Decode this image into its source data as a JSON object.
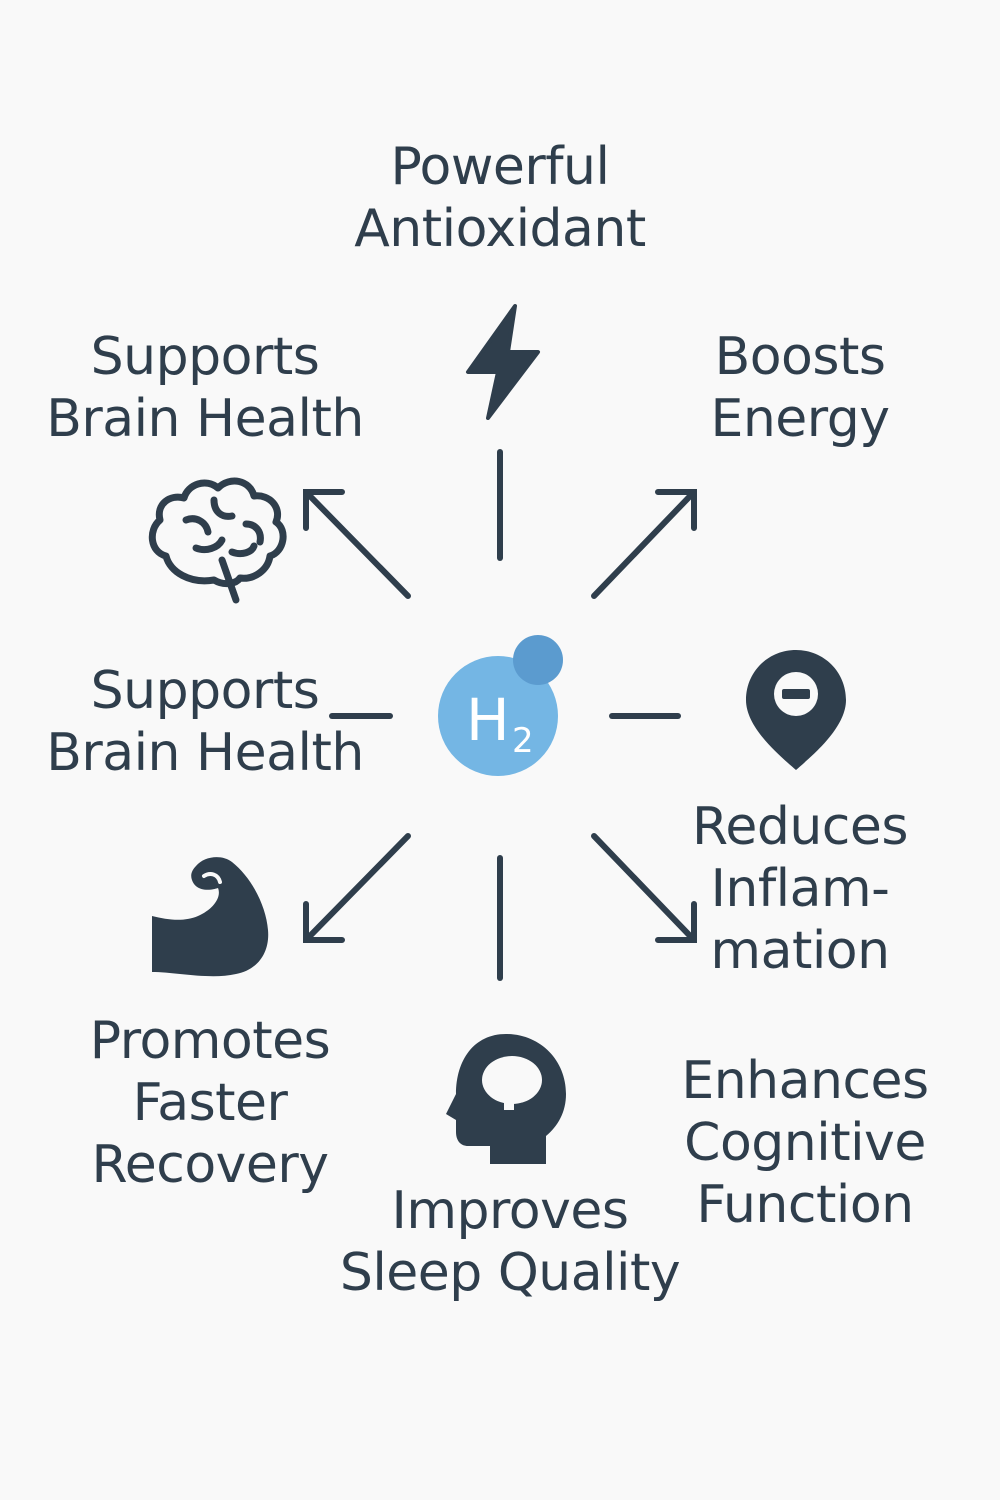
{
  "center": {
    "symbol": "H",
    "subscript": "2"
  },
  "benefits": {
    "antioxidant": {
      "line1": "Powerful",
      "line2": "Antioxidant",
      "icon": "lightning-bolt-icon"
    },
    "brain_top": {
      "line1": "Supports",
      "line2": "Brain Health",
      "icon": "brain-icon"
    },
    "energy": {
      "line1": "Boosts",
      "line2": "Energy"
    },
    "brain_mid": {
      "line1": "Supports",
      "line2": "Brain Health"
    },
    "inflammation": {
      "line1": "Reduces",
      "line2": "Inflam-",
      "line3": "mation",
      "icon": "location-pin-minus-icon"
    },
    "recovery": {
      "line1": "Promotes",
      "line2": "Faster",
      "line3": "Recovery",
      "icon": "flexed-bicep-icon"
    },
    "cognitive": {
      "line1": "Enhances",
      "line2": "Cognitive",
      "line3": "Function"
    },
    "sleep": {
      "line1": "Improves",
      "line2": "Sleep Quality",
      "icon": "head-profile-icon"
    }
  },
  "colors": {
    "background": "#f9f9f9",
    "ink": "#2f3e4c",
    "molecule_large": "#74b6e4",
    "molecule_small": "#5b9bcf",
    "molecule_text": "#ffffff"
  }
}
